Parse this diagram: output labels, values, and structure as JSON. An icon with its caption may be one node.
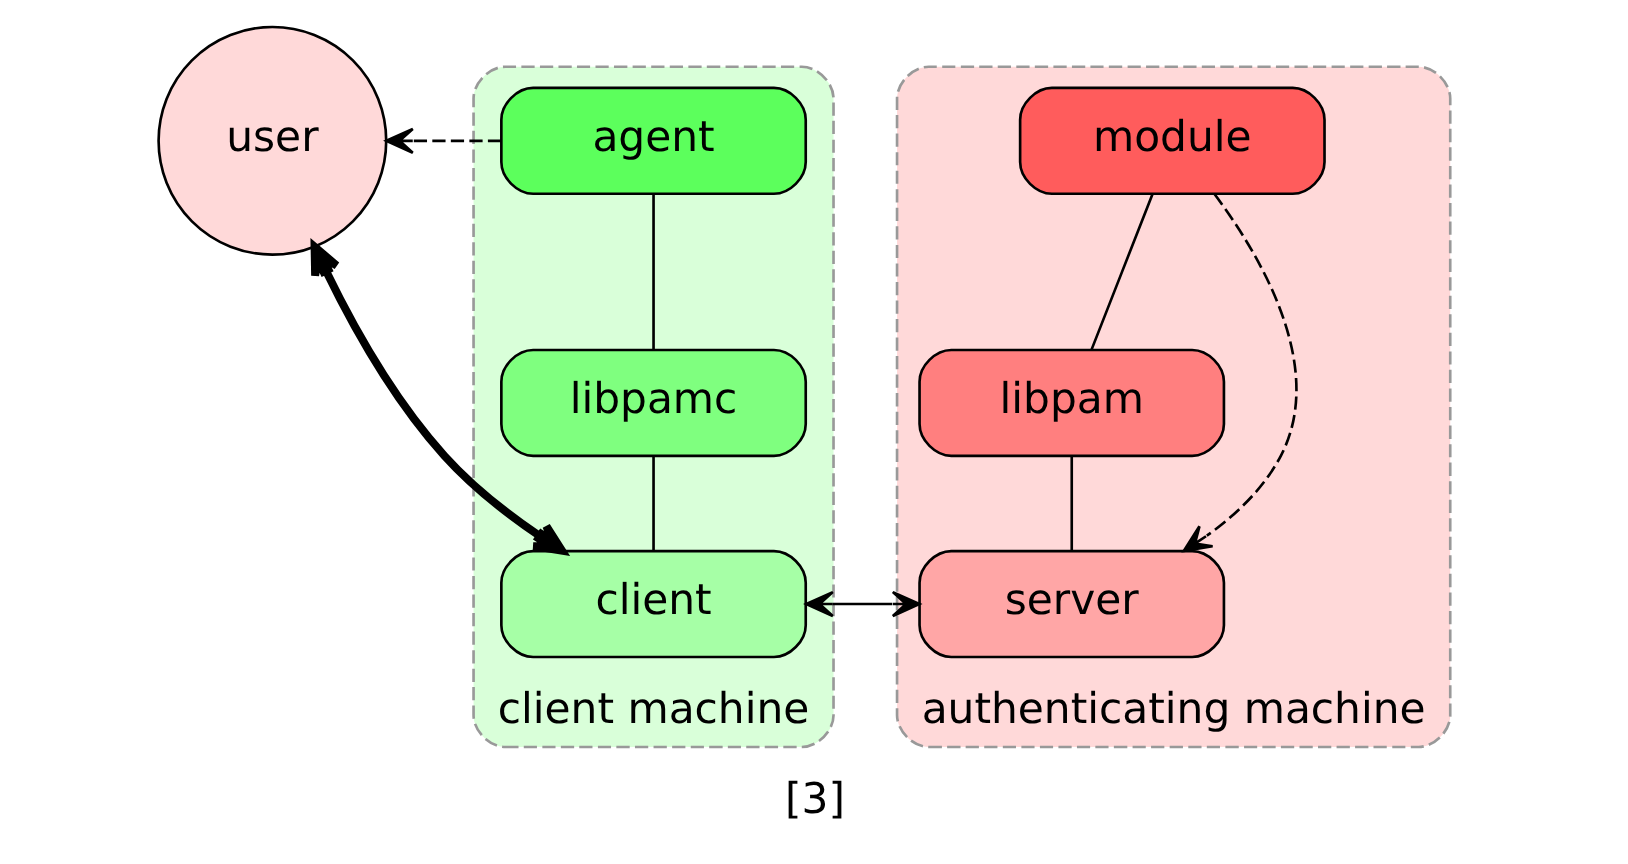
{
  "diagram": {
    "caption": "[3]",
    "nodes": [
      {
        "text": [
          "user"
        ]
      },
      {
        "text": [
          "client machine"
        ]
      },
      {
        "text": [
          "agent"
        ],
        "in": 1
      },
      {
        "text": [
          "libpamc"
        ],
        "in": 1
      },
      {
        "text": [
          "client"
        ],
        "in": 1
      },
      {
        "text": [
          "authenticating machine"
        ]
      },
      {
        "text": [
          "module"
        ],
        "in": 5
      },
      {
        "text": [
          "libpam"
        ],
        "in": 5
      },
      {
        "text": [
          "server"
        ],
        "in": 5
      }
    ],
    "edges": [
      {
        "from": 2,
        "to": 0,
        "arrow": "to",
        "style": "dashed"
      },
      {
        "from": 0,
        "to": 4,
        "arrow": "both",
        "style": "thick"
      },
      {
        "from": 2,
        "to": 3,
        "arrow": "none"
      },
      {
        "from": 3,
        "to": 4,
        "arrow": "none"
      },
      {
        "from": 4,
        "to": 8,
        "arrow": "both"
      },
      {
        "from": 6,
        "to": 7,
        "arrow": "none"
      },
      {
        "from": 7,
        "to": 8,
        "arrow": "none"
      },
      {
        "from": 6,
        "to": 8,
        "arrow": "to",
        "style": "dashed"
      }
    ]
  }
}
